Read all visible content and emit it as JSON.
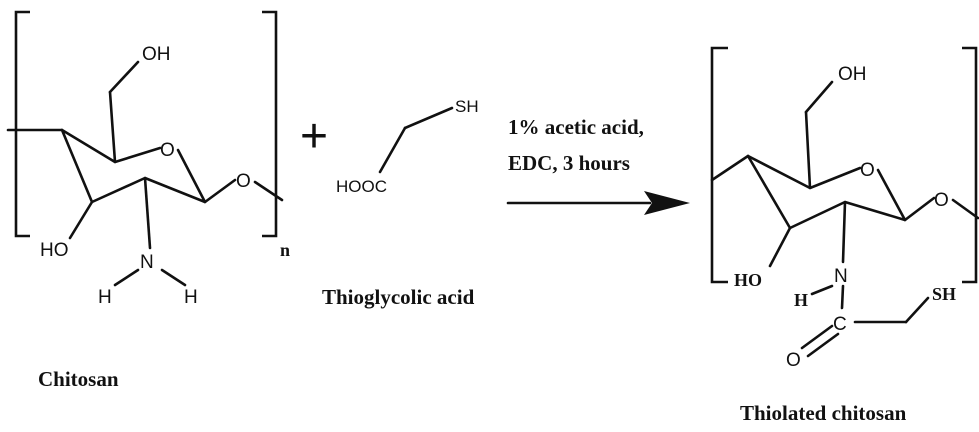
{
  "reactants": {
    "chitosan": {
      "label": "Chitosan",
      "atoms": {
        "oh_top": "OH",
        "ring_o": "O",
        "glyco_o": "O",
        "ho_left": "HO",
        "n": "N",
        "h_left": "H",
        "h_right": "H"
      },
      "repeat_subscript": "n"
    },
    "plus": "+",
    "thioglycolic": {
      "label": "Thioglycolic acid",
      "atoms": {
        "sh": "SH",
        "hooc": "HOOC"
      }
    }
  },
  "conditions": {
    "line1": "1% acetic acid,",
    "line2": "EDC, 3 hours"
  },
  "product": {
    "label": "Thiolated chitosan",
    "atoms": {
      "oh_top": "OH",
      "ring_o": "O",
      "glyco_o": "O",
      "ho_left": "HO",
      "n": "N",
      "h": "H",
      "sh": "SH",
      "carbonyl_o": "O",
      "carbonyl_c": "C"
    }
  }
}
